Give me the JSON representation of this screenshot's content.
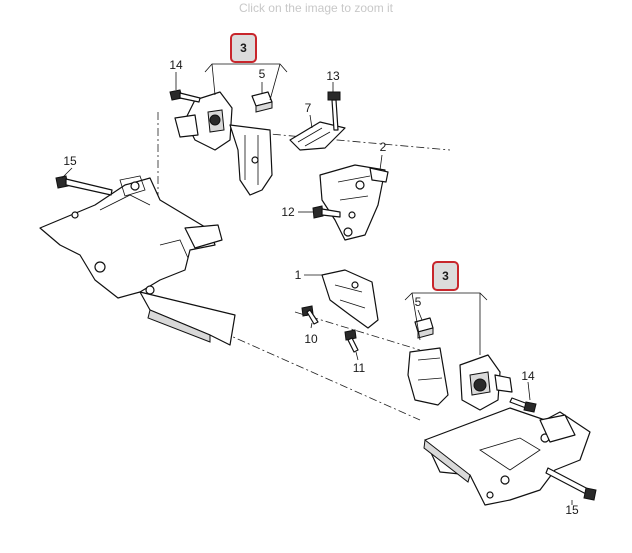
{
  "viewer": {
    "hint": "Click on the image to zoom it"
  },
  "callouts": [
    {
      "id": "top",
      "label": "3"
    },
    {
      "id": "bottom",
      "label": "3"
    }
  ],
  "labels": [
    {
      "id": "14-top",
      "text": "14"
    },
    {
      "id": "5-top",
      "text": "5"
    },
    {
      "id": "13",
      "text": "13"
    },
    {
      "id": "7",
      "text": "7"
    },
    {
      "id": "2",
      "text": "2"
    },
    {
      "id": "15-left",
      "text": "15"
    },
    {
      "id": "12",
      "text": "12"
    },
    {
      "id": "1",
      "text": "1"
    },
    {
      "id": "5-bottom",
      "text": "5"
    },
    {
      "id": "10",
      "text": "10"
    },
    {
      "id": "11",
      "text": "11"
    },
    {
      "id": "14-bottom",
      "text": "14"
    },
    {
      "id": "15-right",
      "text": "15"
    }
  ],
  "colors": {
    "callout_border": "#c8262c",
    "callout_fill": "#dcdcdc",
    "hint": "#c8c8c8"
  }
}
